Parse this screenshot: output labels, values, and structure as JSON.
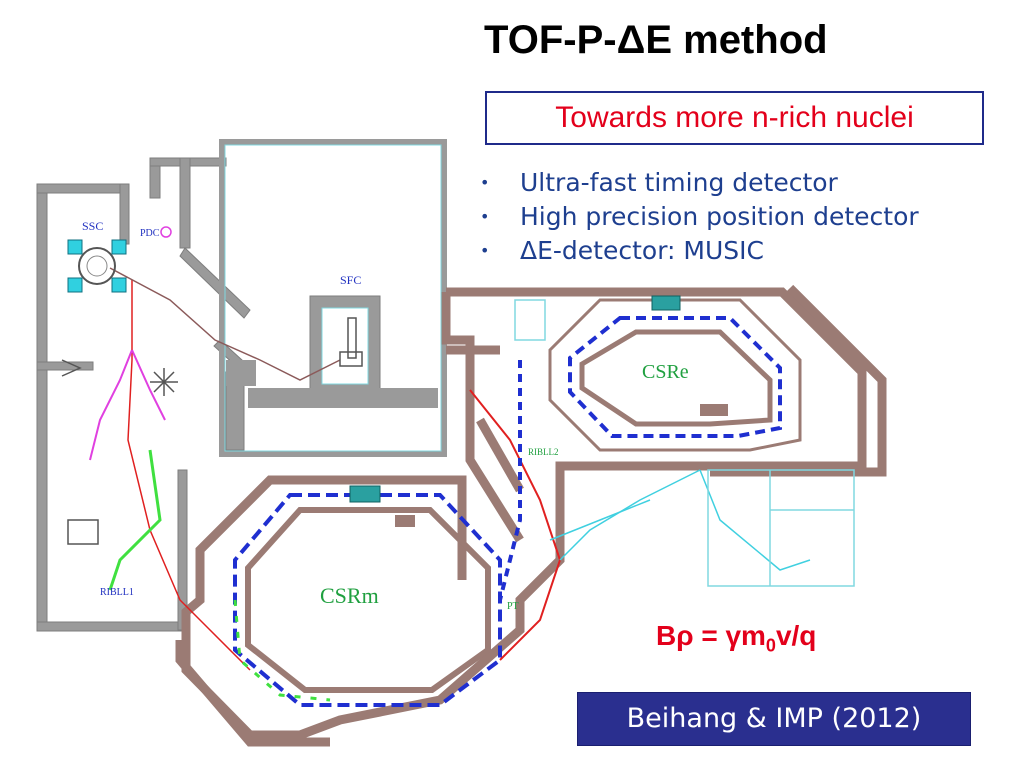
{
  "slide": {
    "title": "TOF-P-ΔE method",
    "subtitle": "Towards more n-rich nuclei",
    "bullets": [
      "Ultra-fast timing detector",
      "High precision position detector",
      "ΔE-detector: MUSIC"
    ],
    "formula": {
      "left": "Bρ = γm",
      "sub": "0",
      "right": "v/q"
    },
    "credit": "Beihang & IMP (2012)"
  },
  "diagram": {
    "labels": {
      "ssc": "SSC",
      "pdc": "PDC",
      "sfc": "SFC",
      "csre": "CSRe",
      "csrm": "CSRm",
      "ribll1": "RIBLL1",
      "ribll2": "RIBLL2",
      "pt": "PT"
    },
    "colors": {
      "wall_gray": "#999999",
      "wall_brown": "#9b7b74",
      "wall_outline": "#80d8e0",
      "magnet_blue": "#1f2fd0",
      "magnet_red": "#e02020",
      "magnet_green": "#40e040",
      "line_magenta": "#e040e0",
      "line_cyan": "#40d0e0",
      "label_blue": "#2030c0",
      "label_green": "#20a040"
    }
  }
}
